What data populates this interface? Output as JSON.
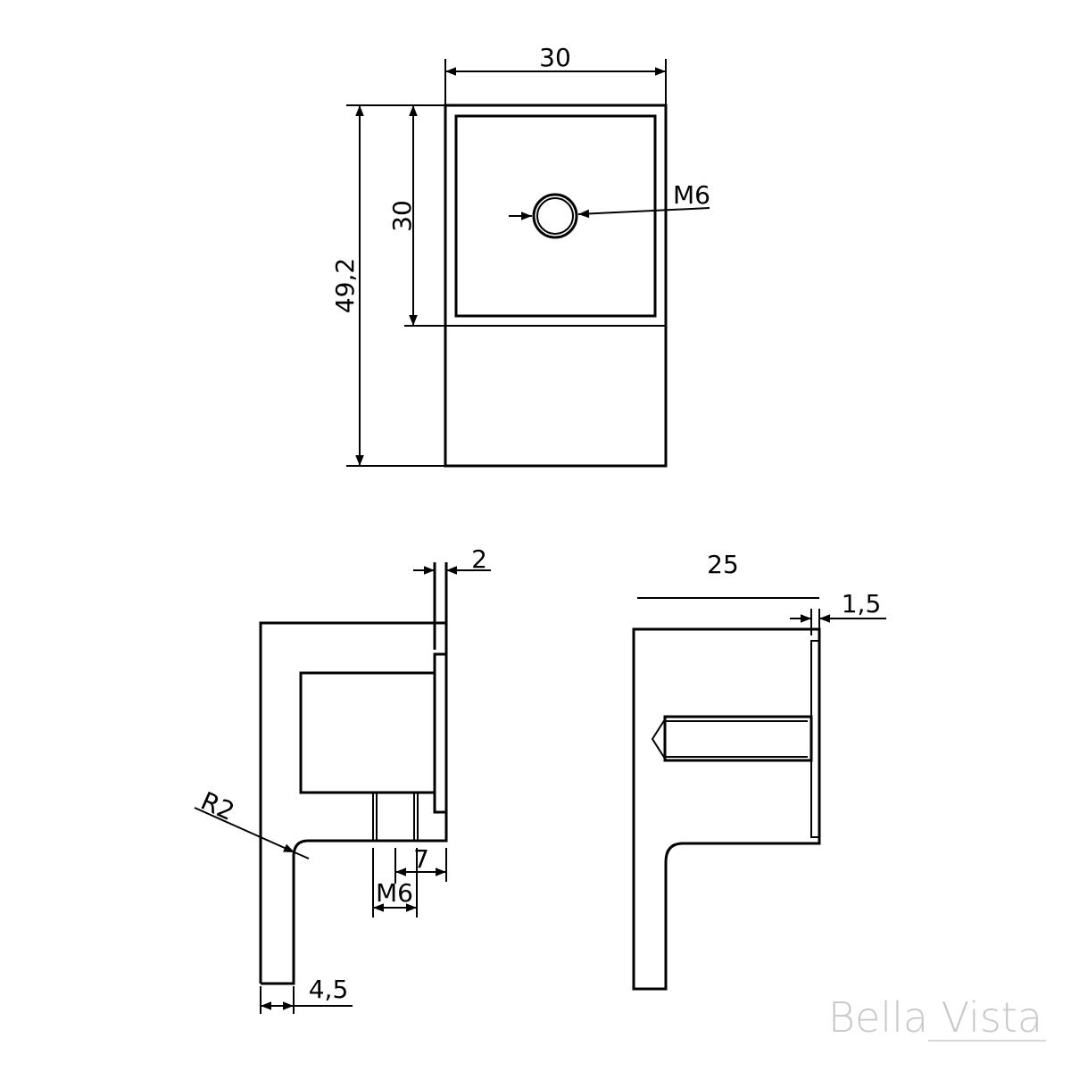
{
  "top_view": {
    "width_label": "30",
    "total_height_label": "49,2",
    "square_height_label": "30",
    "hole_label": "M6"
  },
  "side_view": {
    "plate_thickness_label": "2",
    "radius_label": "R2",
    "offset_label": "7",
    "thread_label": "M6",
    "leg_width_label": "4,5"
  },
  "section_view": {
    "depth_label": "25",
    "plate_thickness_label": "1,5"
  },
  "brand": {
    "name": "Bella Vista"
  }
}
